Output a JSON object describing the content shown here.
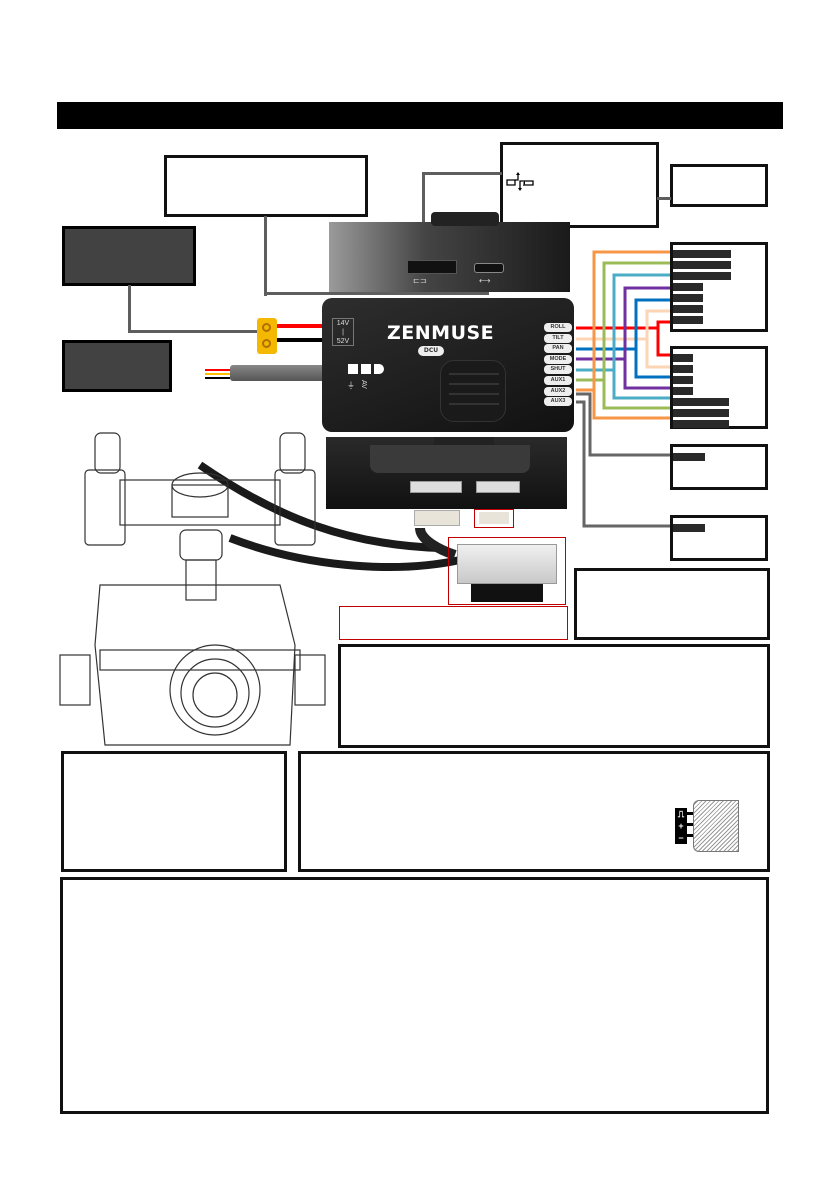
{
  "page": {
    "header_title": ""
  },
  "callouts": {
    "top_center": "",
    "top_right_main": "",
    "top_right_small": "",
    "power_source": "",
    "av_output_device": "",
    "receiver_group_1": "",
    "receiver_group_2": "",
    "aux2_device": "",
    "aux3_device": "",
    "connector_caption": "",
    "note_right": "",
    "note_wide": "",
    "bottom_left": "",
    "bottom_right": "",
    "bottom_full": ""
  },
  "dcu": {
    "brand": "ZENMUSE",
    "model": "DCU",
    "power_range_top": "14V",
    "power_range_bottom": "52V",
    "av_label": "AV",
    "ground_symbol": "⏚",
    "channel_pins": [
      "ROLL",
      "TILT",
      "PAN",
      "MODE",
      "SHUT",
      "AUX1",
      "AUX2",
      "AUX3"
    ]
  },
  "wire_colors": {
    "ROLL": "#ff0000",
    "TILT": "#fcd5b5",
    "PAN": "#0070c0",
    "MODE": "#7030a0",
    "SHUT": "#4bacc6",
    "AUX1": "#9bbb59",
    "AUX2": "#f79646",
    "AUX3": "#595959"
  },
  "servo_connector": {
    "signal_symbol": "⎍",
    "plus_symbol": "+",
    "minus_symbol": "−"
  },
  "icons": {
    "can_bus": "can-bus-port-icon",
    "usb": "usb-port-icon"
  }
}
